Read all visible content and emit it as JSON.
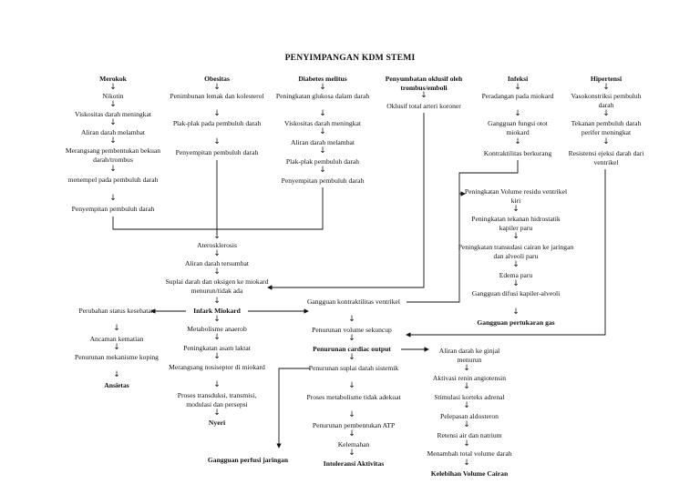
{
  "title": "PENYIMPANGAN KDM STEMI",
  "col1": {
    "head": "Merokok",
    "items": [
      "Nikotin",
      "Viskositas darah meningkat",
      "Aliran darah melambat",
      "Merangsang pembentukan bekuan darah/trombus",
      "menempel pada pembuluh darah",
      "Penyempitan pembuluh darah"
    ]
  },
  "col2": {
    "head": "Obesitas",
    "items": [
      "Penimbunan lemak dan kolesterol",
      "Plak-plak pada pembuluh darah",
      "Penyempitan pembuluh darah"
    ]
  },
  "col3": {
    "head": "Diabetes melitus",
    "items": [
      "Peningkatan glukosa dalam darah",
      "Viskositas darah meningkat",
      "Aliran darah melambat",
      "Plak-plak pembuluh darah",
      "Penyempitan pembuluh darah"
    ]
  },
  "col4": {
    "head": "Penyumbatan oklusif oleh trombus/emboli",
    "items": [
      "Oklusif total arteri koroner"
    ]
  },
  "col5": {
    "head": "Infeksi",
    "items": [
      "Peradangan pada miokard",
      "Gangguan fungsi otot miokard",
      "Kontraktilitas berkurang"
    ]
  },
  "col6": {
    "head": "Hipertensi",
    "items": [
      "Vasokonstriksi pembuluh darah",
      "Tekanan pembuluh darah perifer meningkat",
      "Resistensi ejeksi darah dari ventrikel"
    ]
  },
  "center": {
    "items": [
      "Aterosklerosis",
      "Aliran darah tersumbat",
      "Suplai darah dan oksigen ke miokard menurun/tidak ada",
      "Infark Miokard",
      "Metabolisme anaerob",
      "Peningkatan asam laktat",
      "Merangsang nosiseptor di miokard",
      "Proses transduksi, transmisi, modulasi dan persepsi",
      "Nyeri"
    ]
  },
  "left": {
    "items": [
      "Perubahan status kesehatan",
      "Ancaman kematian",
      "Penurunan mekanisme koping",
      "Ansietas"
    ]
  },
  "mid": {
    "items": [
      "Gangguan kontraktilitas ventrikel",
      "Penurunan volume sekuncup",
      "Penurunan cardiac output",
      "Penurunan suplai darah sistemik",
      "Proses metabolisme tidak adekuat",
      "Penurunan pembentukan ATP",
      "Kelemahan",
      "Intoleransi Aktivitas"
    ],
    "perfusion": "Gangguan perfusi jaringan"
  },
  "right_top": {
    "items": [
      "Peningkatan Volume residu ventrikel kiri",
      "Peningkatan tekanan hidrostatik kapiler paru",
      "Peningkatan transudasi cairan ke jaringan dan alveoli paru",
      "Edema paru",
      "Gangguan difusi kapiler-alveoli",
      "Gangguan pertukaran gas"
    ]
  },
  "right_bottom": {
    "items": [
      "Aliran darah ke ginjal menurun",
      "Aktivasi renin angiotensin",
      "Stimulasi korteks adrenal",
      "Pelepasan aldosteron",
      "Retensi air dan natrium",
      "Menambah total volume darah",
      "Kelebihan Volume Cairan"
    ]
  },
  "arrow_glyph": "↓"
}
